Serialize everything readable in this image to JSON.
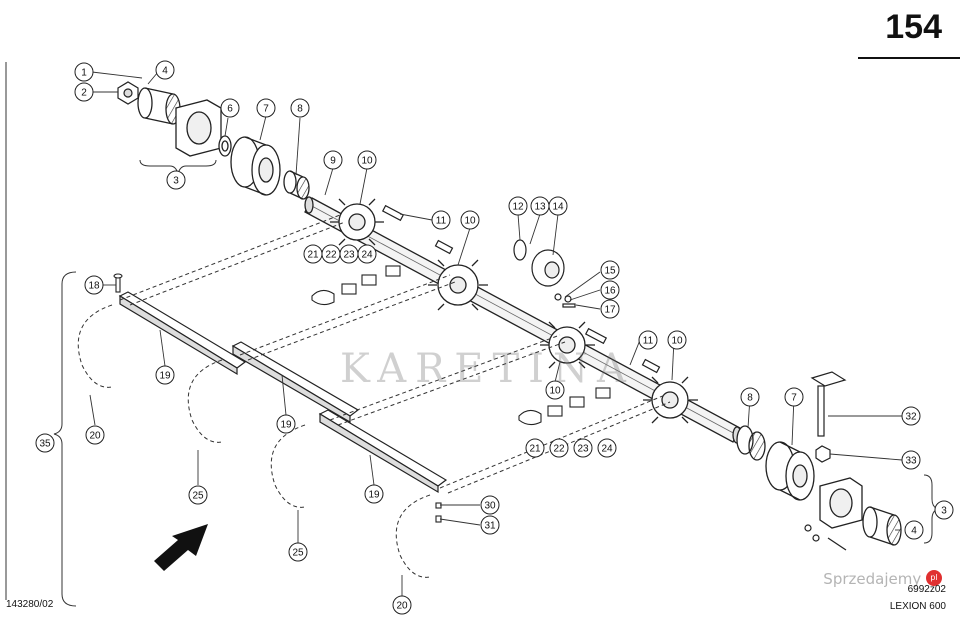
{
  "page": {
    "number": "154",
    "ref_left": "143280/02",
    "ref_right": "6992z02",
    "model": "LEXION 600"
  },
  "watermark": {
    "text": "KARETINA",
    "site": "Sprzedajemy",
    "site_badge": "pl"
  },
  "callouts": [
    {
      "label": "1"
    },
    {
      "label": "2"
    },
    {
      "label": "4"
    },
    {
      "label": "3"
    },
    {
      "label": "6"
    },
    {
      "label": "7"
    },
    {
      "label": "8"
    },
    {
      "label": "9"
    },
    {
      "label": "10"
    },
    {
      "label": "11"
    },
    {
      "label": "10"
    },
    {
      "label": "12"
    },
    {
      "label": "13"
    },
    {
      "label": "14"
    },
    {
      "label": "15"
    },
    {
      "label": "16"
    },
    {
      "label": "17"
    },
    {
      "label": "18"
    },
    {
      "label": "21"
    },
    {
      "label": "22"
    },
    {
      "label": "23"
    },
    {
      "label": "24"
    },
    {
      "label": "19"
    },
    {
      "label": "20"
    },
    {
      "label": "35"
    },
    {
      "label": "19"
    },
    {
      "label": "25"
    },
    {
      "label": "10"
    },
    {
      "label": "11"
    },
    {
      "label": "10"
    },
    {
      "label": "21"
    },
    {
      "label": "22"
    },
    {
      "label": "23"
    },
    {
      "label": "24"
    },
    {
      "label": "19"
    },
    {
      "label": "25"
    },
    {
      "label": "8"
    },
    {
      "label": "7"
    },
    {
      "label": "32"
    },
    {
      "label": "33"
    },
    {
      "label": "3"
    },
    {
      "label": "4"
    },
    {
      "label": "30"
    },
    {
      "label": "31"
    },
    {
      "label": "20"
    }
  ]
}
